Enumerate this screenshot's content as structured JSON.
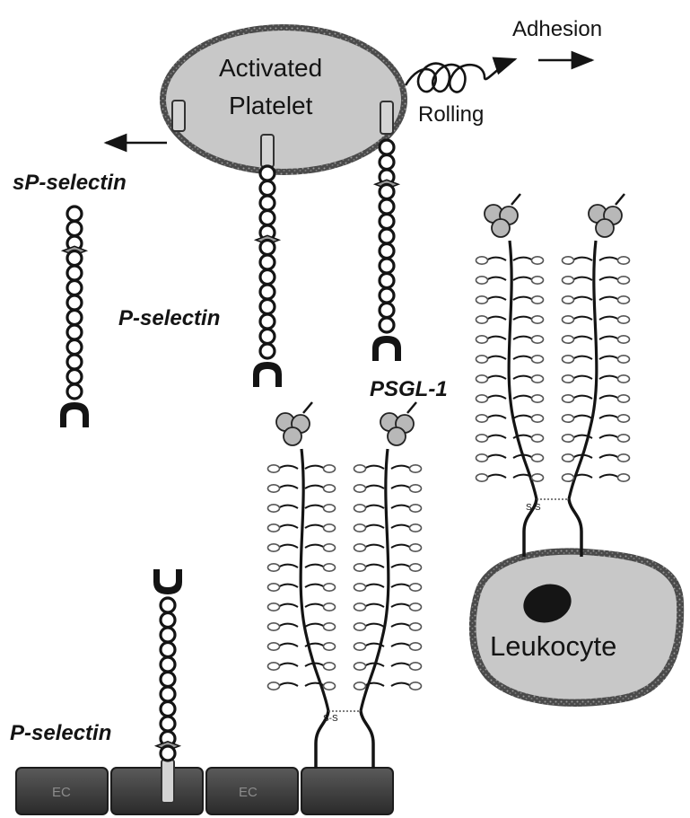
{
  "labels": {
    "platelet_line1": "Activated",
    "platelet_line2": "Platelet",
    "adhesion": "Adhesion",
    "rolling": "Rolling",
    "sp_selectin": "sP-selectin",
    "p_selectin_mid": "P-selectin",
    "psgl1": "PSGL-1",
    "leukocyte": "Leukocyte",
    "p_selectin_bottom": "P-selectin",
    "ec_1": "EC",
    "ec_2": "EC",
    "disulfide_1": "S-S",
    "disulfide_2": "S-S"
  },
  "colors": {
    "cell_fill": "#c8c8c8",
    "cell_border": "#5a5a5a",
    "ink": "#141414",
    "bead": "#ffffff",
    "endothelium": "#3a3a3a",
    "glycan": "#bdbdbd"
  }
}
